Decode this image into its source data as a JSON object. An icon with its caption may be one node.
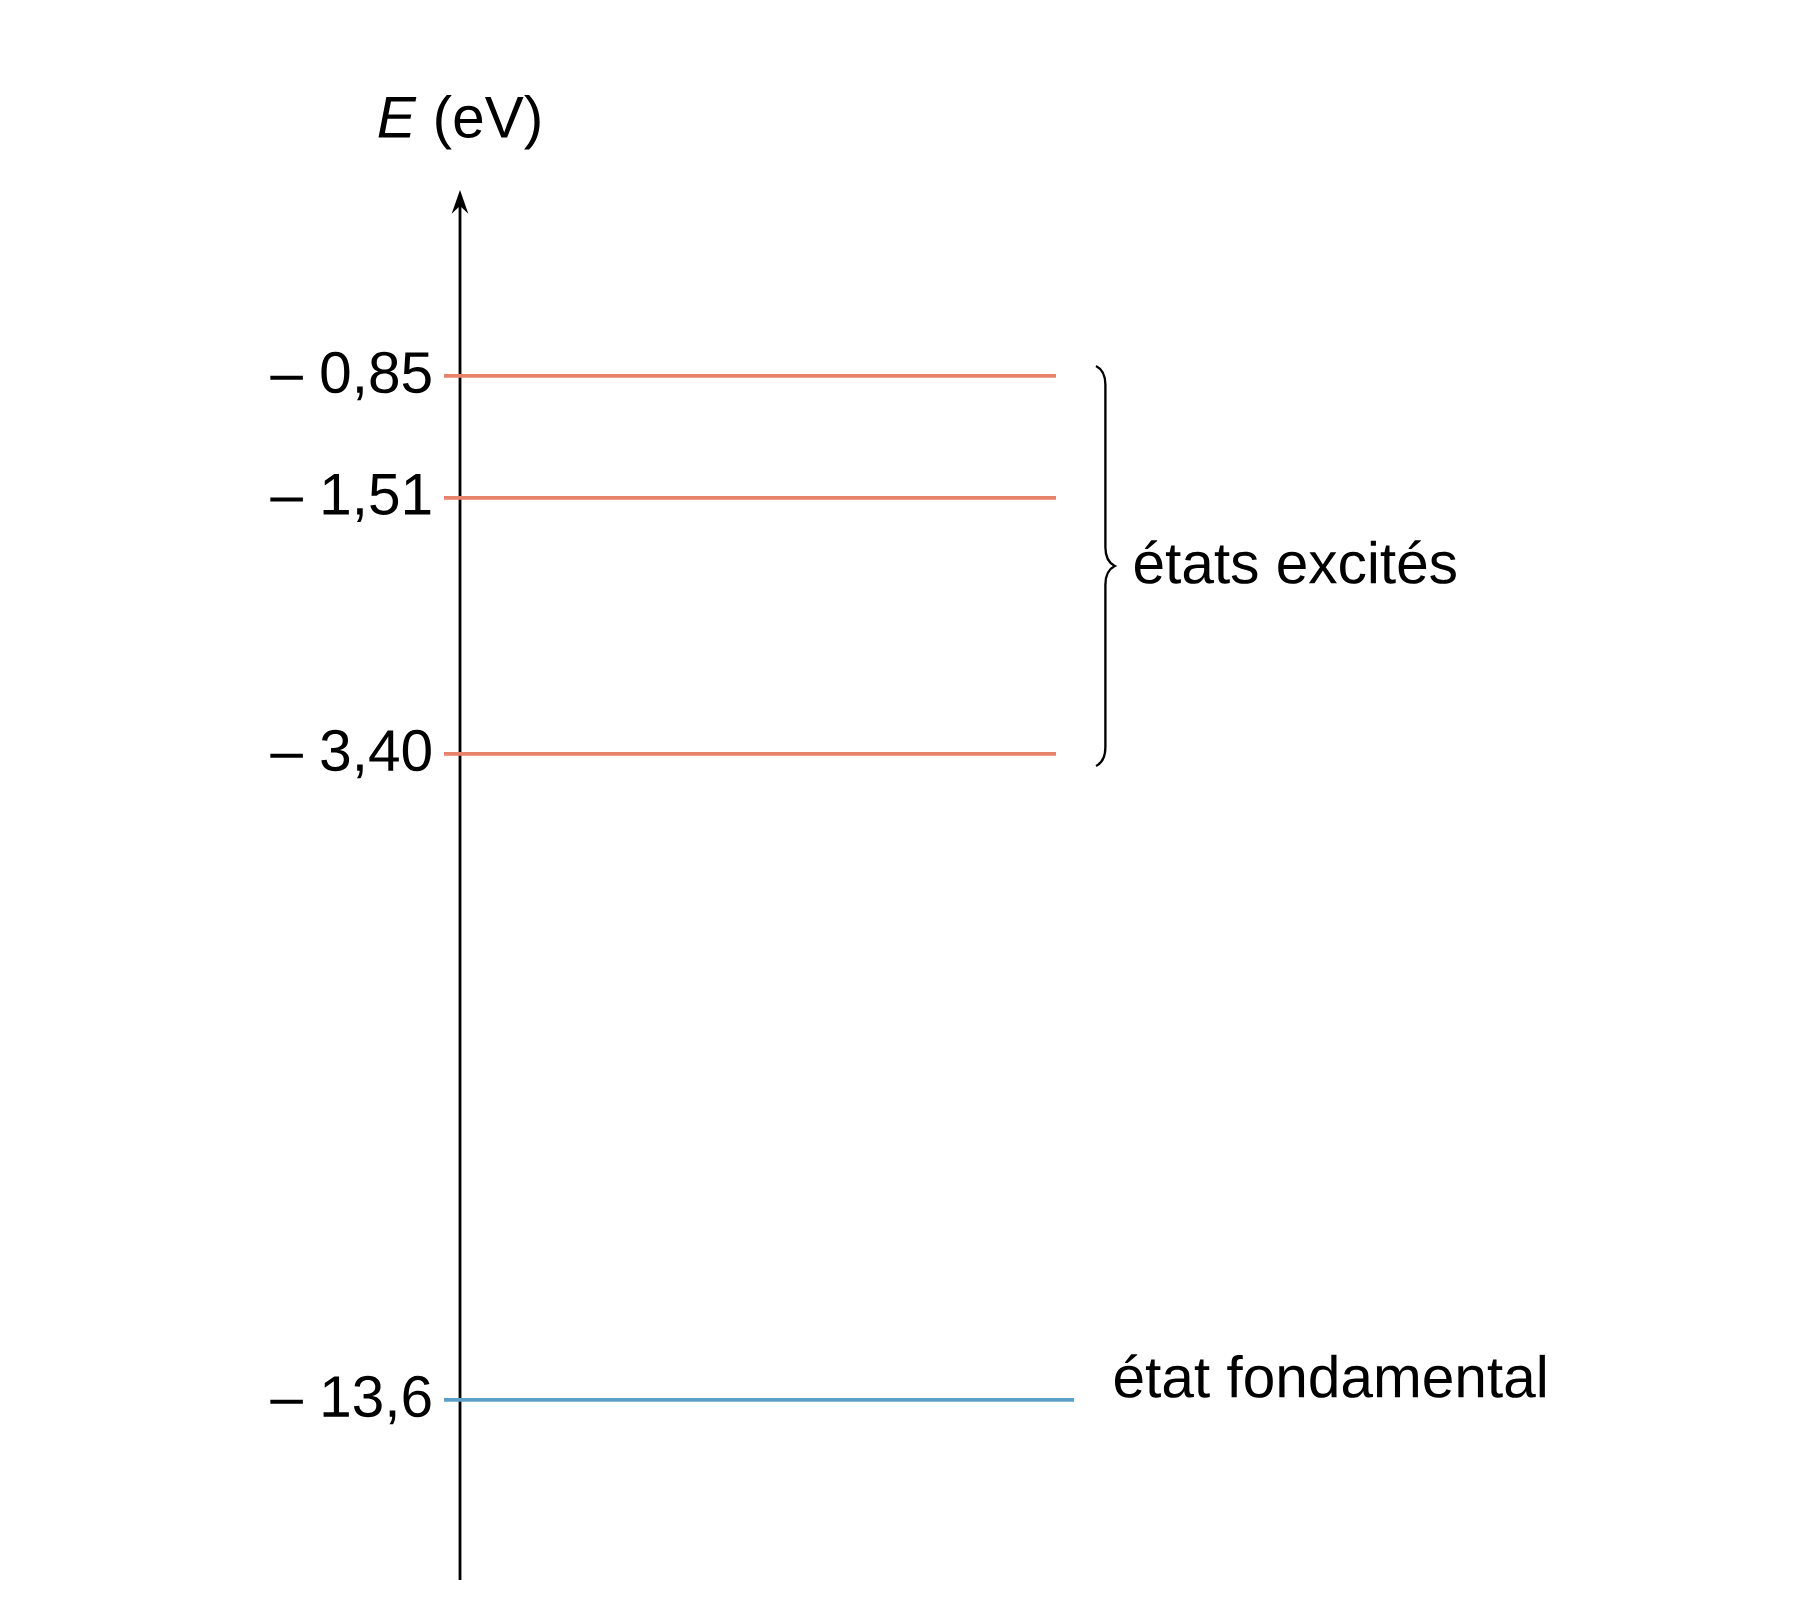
{
  "diagram": {
    "labels": [
      "*E* (eV)",
      "– 0,85",
      "– 1,51",
      "– 3,40",
      "– 13,6",
      "états excités",
      "état fondamental"
    ]
  }
}
